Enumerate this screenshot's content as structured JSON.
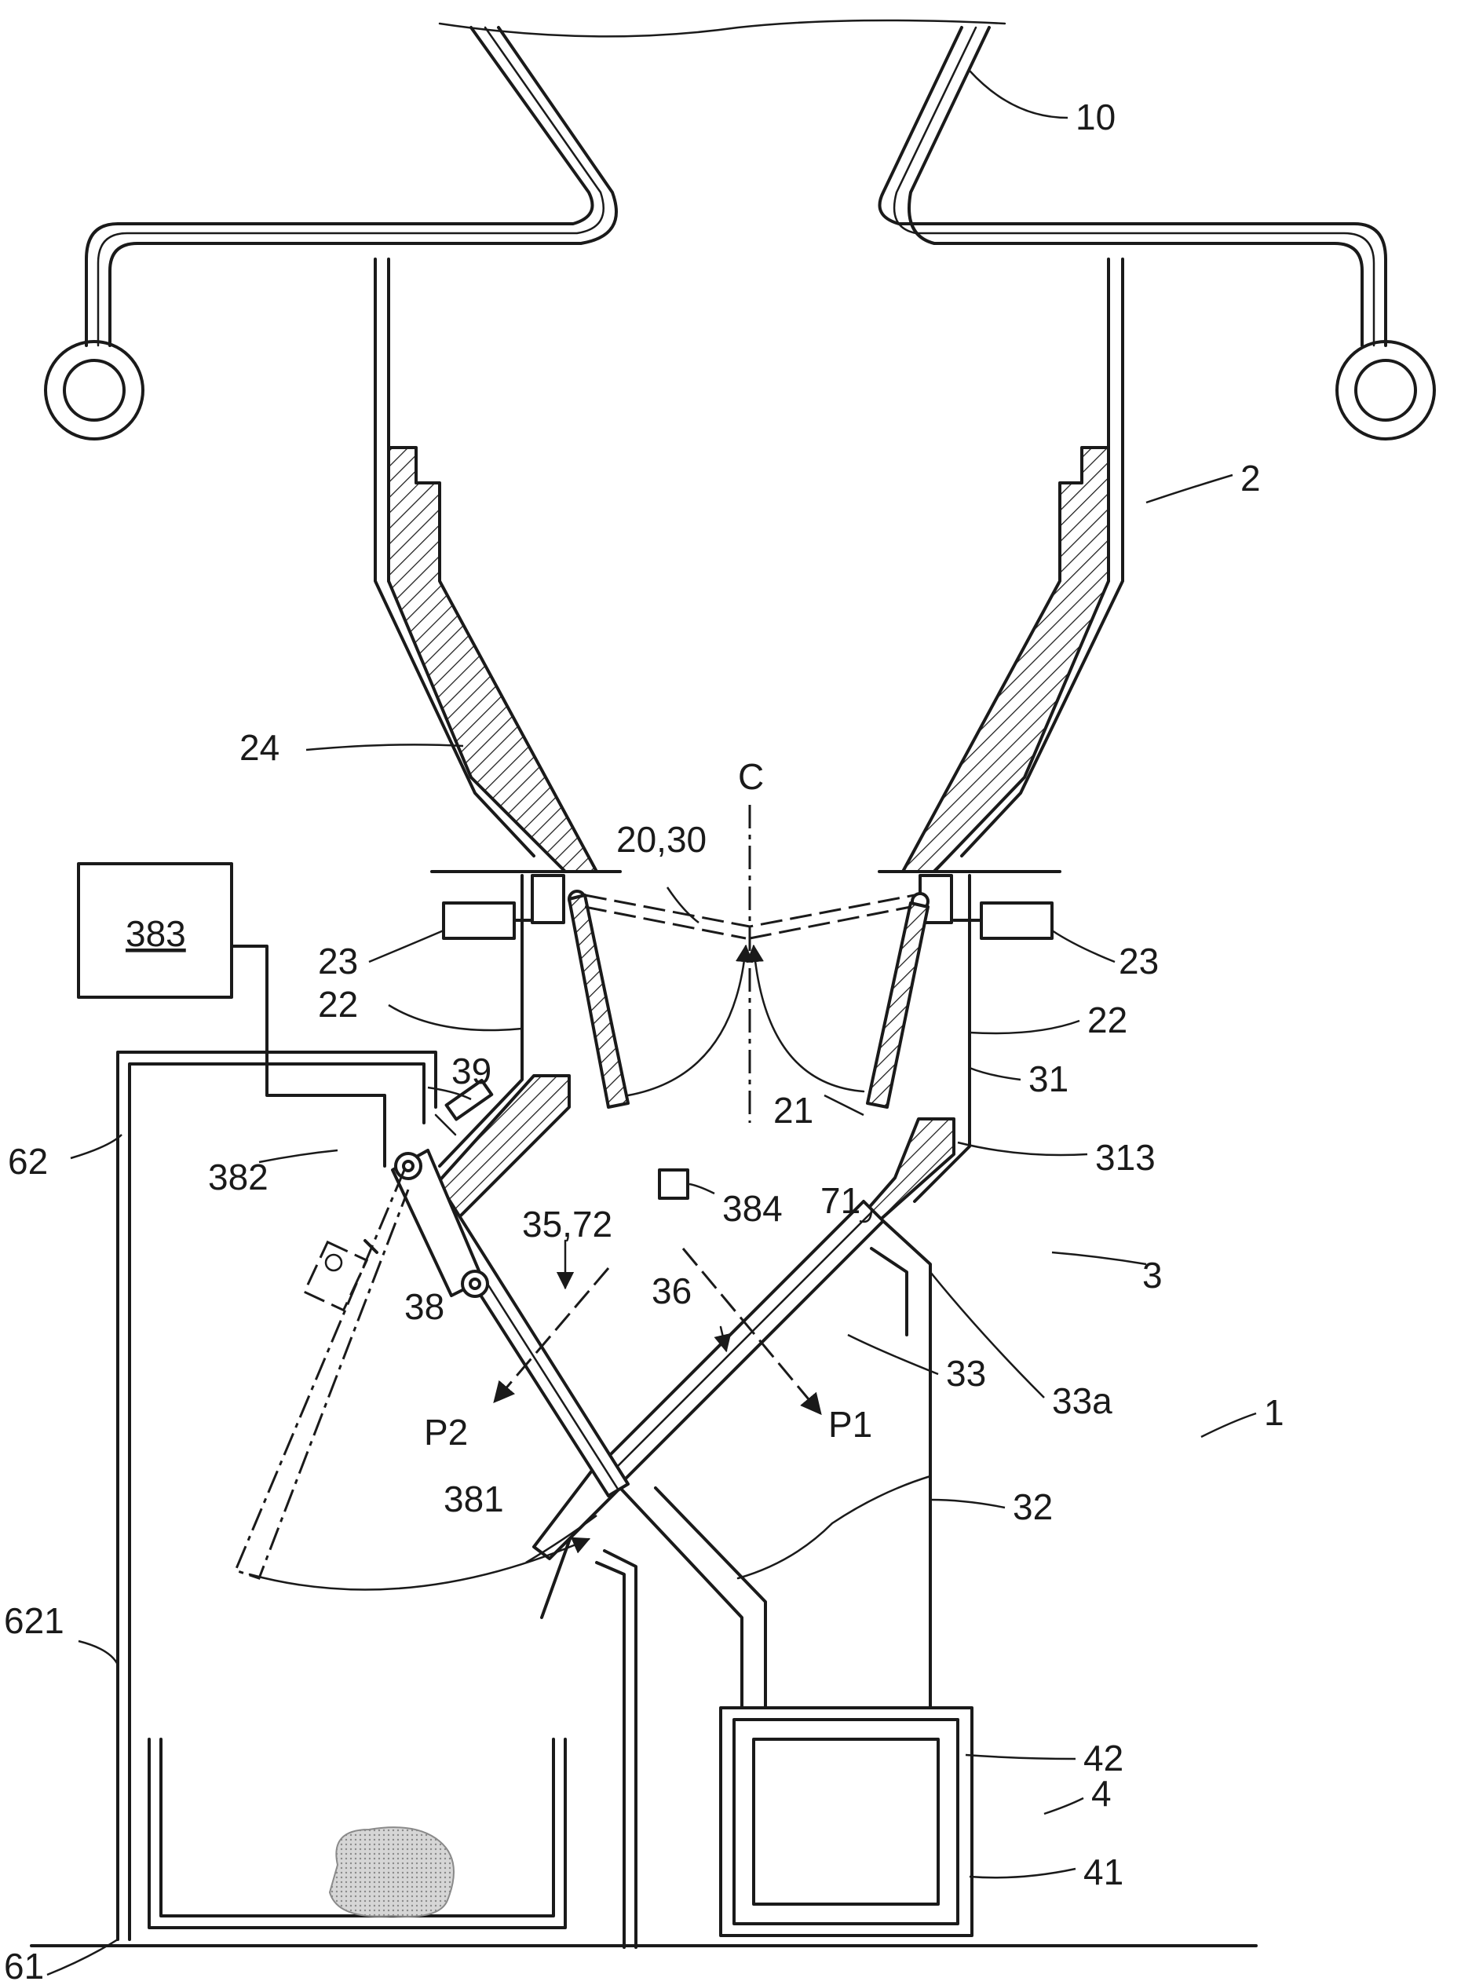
{
  "labels": {
    "l10": "10",
    "l2": "2",
    "l24": "24",
    "lC": "C",
    "l2030": "20,30",
    "l383": "383",
    "l23_left": "23",
    "l23_right": "23",
    "l22_left": "22",
    "l22_right": "22",
    "l39": "39",
    "l31": "31",
    "l21": "21",
    "l62": "62",
    "l382": "382",
    "l313": "313",
    "l71": "71",
    "l384": "384",
    "l3572": "35,72",
    "l3": "3",
    "l36": "36",
    "l38": "38",
    "l33a": "33a",
    "l33": "33",
    "lP2": "P2",
    "lP1": "P1",
    "l1": "1",
    "l381": "381",
    "l32": "32",
    "l621": "621",
    "l42": "42",
    "l4": "4",
    "l41": "41",
    "l61": "61"
  },
  "colors": {
    "ink": "#1a1a1a",
    "paper": "#ffffff",
    "stipple": "#bdbdbd"
  }
}
